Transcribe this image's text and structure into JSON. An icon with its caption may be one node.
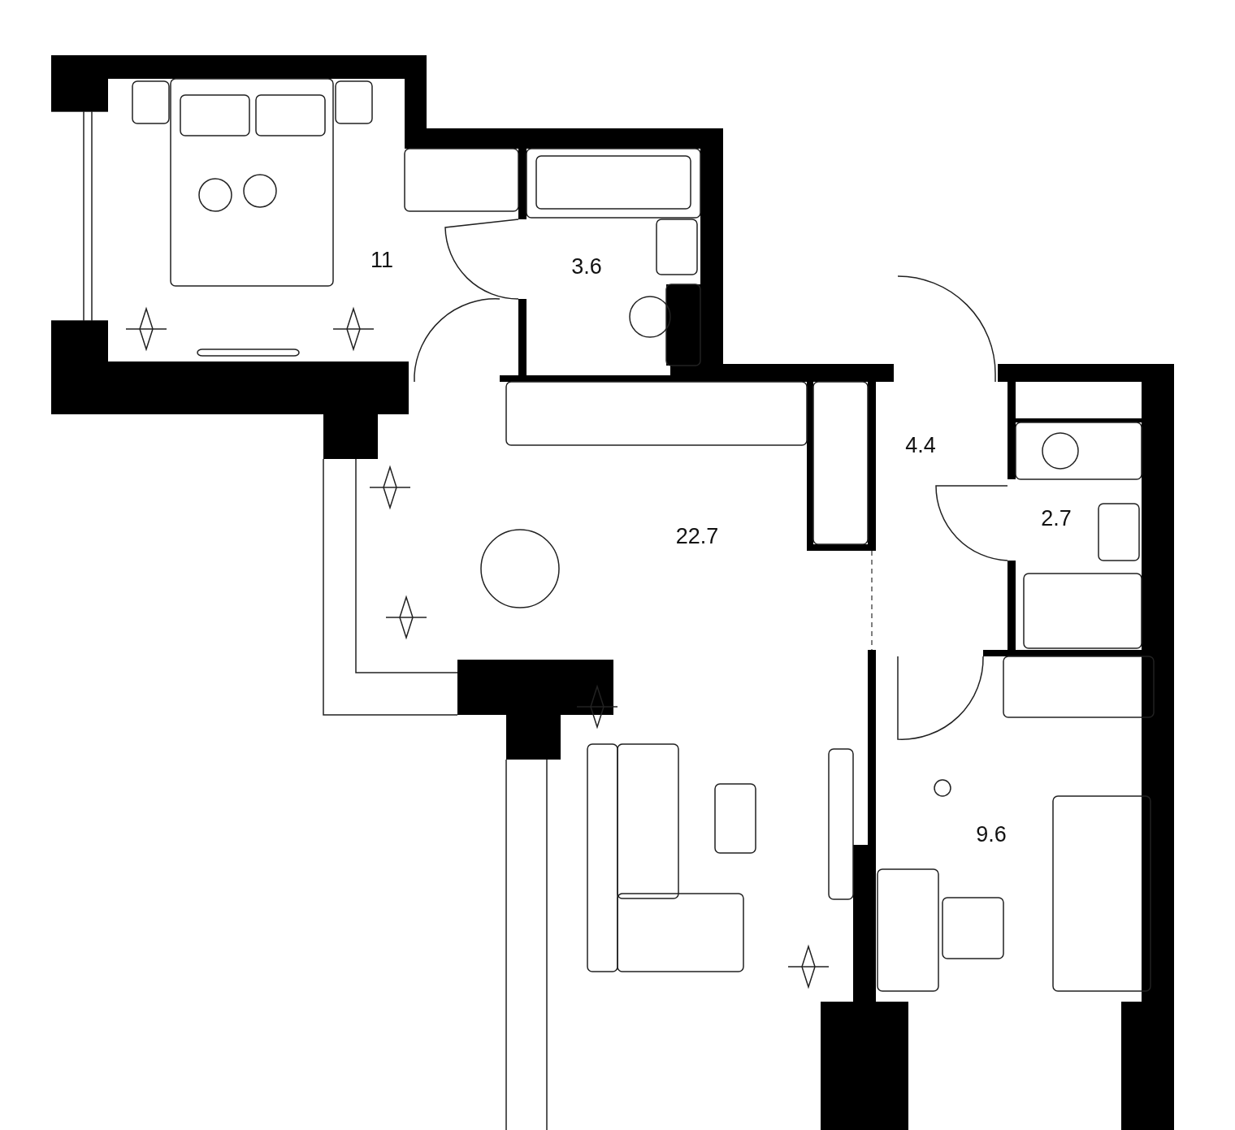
{
  "diagram": {
    "nodes": [
      {
        "text": [
          "11"
        ]
      },
      {
        "text": [
          "3.6"
        ]
      },
      {
        "text": [
          "22.7"
        ]
      },
      {
        "text": [
          "4.4"
        ]
      },
      {
        "text": [
          "2.7"
        ]
      },
      {
        "text": [
          "9.6"
        ]
      }
    ]
  }
}
